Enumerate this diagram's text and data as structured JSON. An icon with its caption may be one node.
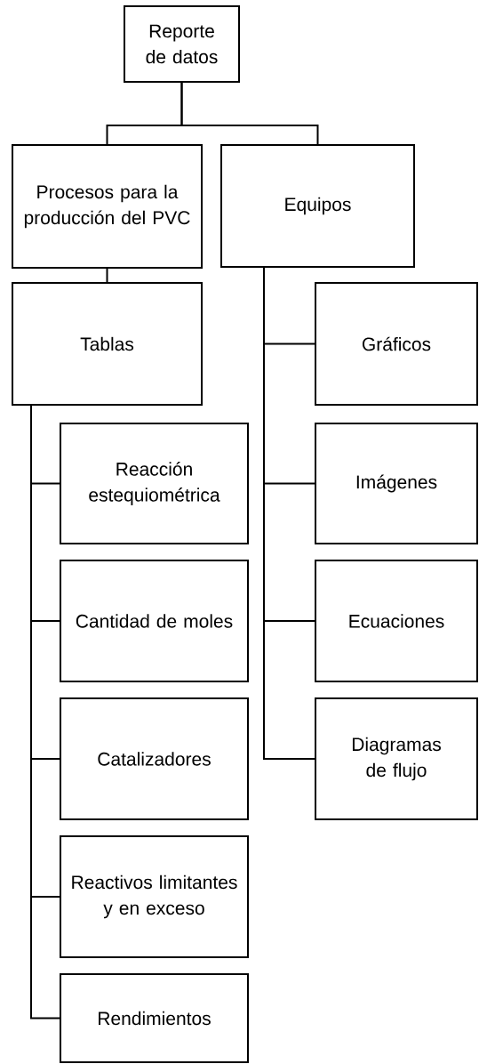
{
  "diagram": {
    "nodes": [
      {
        "text": [
          "Reporte de datos"
        ]
      },
      {
        "text": [
          "Procesos para la producción del PVC"
        ]
      },
      {
        "text": [
          "Equipos"
        ]
      },
      {
        "text": [
          "Tablas"
        ]
      },
      {
        "text": [
          "Reacción estequiométrica"
        ]
      },
      {
        "text": [
          "Cantidad de moles"
        ]
      },
      {
        "text": [
          "Catalizadores"
        ]
      },
      {
        "text": [
          "Reactivos limitantes y en exceso"
        ]
      },
      {
        "text": [
          "Rendimientos"
        ]
      },
      {
        "text": [
          "Gráficos"
        ]
      },
      {
        "text": [
          "Imágenes"
        ]
      },
      {
        "text": [
          "Ecuaciones"
        ]
      },
      {
        "text": [
          "Diagramas de flujo"
        ]
      }
    ],
    "edges": [
      {
        "from": 0,
        "to": 1,
        "arrow": "none"
      },
      {
        "from": 0,
        "to": 2,
        "arrow": "none"
      },
      {
        "from": 1,
        "to": 3,
        "arrow": "none"
      },
      {
        "from": 3,
        "to": 4,
        "arrow": "none"
      },
      {
        "from": 3,
        "to": 5,
        "arrow": "none"
      },
      {
        "from": 3,
        "to": 6,
        "arrow": "none"
      },
      {
        "from": 3,
        "to": 7,
        "arrow": "none"
      },
      {
        "from": 3,
        "to": 8,
        "arrow": "none"
      },
      {
        "from": 2,
        "to": 9,
        "arrow": "none"
      },
      {
        "from": 2,
        "to": 10,
        "arrow": "none"
      },
      {
        "from": 2,
        "to": 11,
        "arrow": "none"
      },
      {
        "from": 2,
        "to": 12,
        "arrow": "none"
      }
    ]
  }
}
